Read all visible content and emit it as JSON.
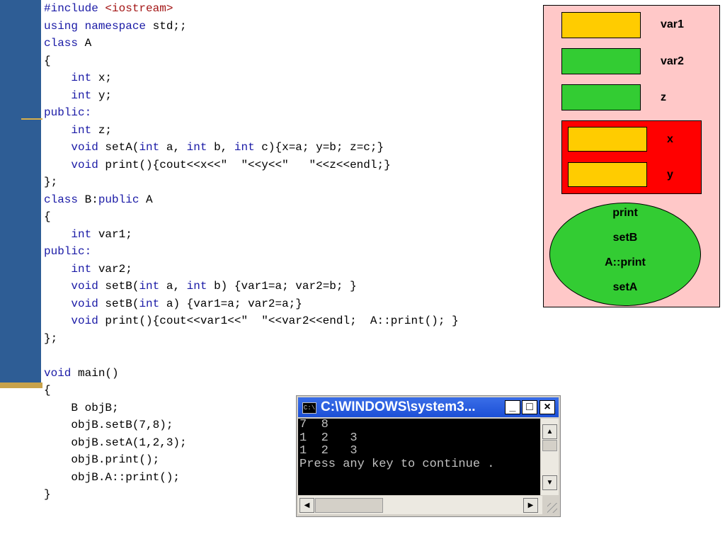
{
  "code_lines": [
    [
      {
        "t": "#include ",
        "c": "pp"
      },
      {
        "t": "<iostream>",
        "c": "hdr"
      }
    ],
    [
      {
        "t": "using namespace ",
        "c": "kw"
      },
      {
        "t": "std;;",
        "c": "plain"
      }
    ],
    [
      {
        "t": "class ",
        "c": "kw"
      },
      {
        "t": "A",
        "c": "plain"
      }
    ],
    [
      {
        "t": "{",
        "c": "plain"
      }
    ],
    [
      {
        "t": "    ",
        "c": "plain"
      },
      {
        "t": "int ",
        "c": "kw"
      },
      {
        "t": "x;",
        "c": "plain"
      }
    ],
    [
      {
        "t": "    ",
        "c": "plain"
      },
      {
        "t": "int ",
        "c": "kw"
      },
      {
        "t": "y;",
        "c": "plain"
      }
    ],
    [
      {
        "t": "public:",
        "c": "kw"
      }
    ],
    [
      {
        "t": "    ",
        "c": "plain"
      },
      {
        "t": "int ",
        "c": "kw"
      },
      {
        "t": "z;",
        "c": "plain"
      }
    ],
    [
      {
        "t": "    ",
        "c": "plain"
      },
      {
        "t": "void ",
        "c": "kw"
      },
      {
        "t": "setA(",
        "c": "plain"
      },
      {
        "t": "int ",
        "c": "kw"
      },
      {
        "t": "a, ",
        "c": "plain"
      },
      {
        "t": "int ",
        "c": "kw"
      },
      {
        "t": "b, ",
        "c": "plain"
      },
      {
        "t": "int ",
        "c": "kw"
      },
      {
        "t": "c){x=a; y=b; z=c;}",
        "c": "plain"
      }
    ],
    [
      {
        "t": "    ",
        "c": "plain"
      },
      {
        "t": "void ",
        "c": "kw"
      },
      {
        "t": "print(){cout<<x<<\"  \"<<y<<\"   \"<<z<<endl;}",
        "c": "plain"
      }
    ],
    [
      {
        "t": "};",
        "c": "plain"
      }
    ],
    [
      {
        "t": "class ",
        "c": "kw"
      },
      {
        "t": "B:",
        "c": "plain"
      },
      {
        "t": "public ",
        "c": "kw"
      },
      {
        "t": "A",
        "c": "plain"
      }
    ],
    [
      {
        "t": "{",
        "c": "plain"
      }
    ],
    [
      {
        "t": "    ",
        "c": "plain"
      },
      {
        "t": "int ",
        "c": "kw"
      },
      {
        "t": "var1;",
        "c": "plain"
      }
    ],
    [
      {
        "t": "public:",
        "c": "kw"
      }
    ],
    [
      {
        "t": "    ",
        "c": "plain"
      },
      {
        "t": "int ",
        "c": "kw"
      },
      {
        "t": "var2;",
        "c": "plain"
      }
    ],
    [
      {
        "t": "    ",
        "c": "plain"
      },
      {
        "t": "void ",
        "c": "kw"
      },
      {
        "t": "setB(",
        "c": "plain"
      },
      {
        "t": "int ",
        "c": "kw"
      },
      {
        "t": "a, ",
        "c": "plain"
      },
      {
        "t": "int ",
        "c": "kw"
      },
      {
        "t": "b) {var1=a; var2=b; }",
        "c": "plain"
      }
    ],
    [
      {
        "t": "    ",
        "c": "plain"
      },
      {
        "t": "void ",
        "c": "kw"
      },
      {
        "t": "setB(",
        "c": "plain"
      },
      {
        "t": "int ",
        "c": "kw"
      },
      {
        "t": "a) {var1=a; var2=a;}",
        "c": "plain"
      }
    ],
    [
      {
        "t": "    ",
        "c": "plain"
      },
      {
        "t": "void ",
        "c": "kw"
      },
      {
        "t": "print(){cout<<var1<<\"  \"<<var2<<endl;  A::print(); }",
        "c": "plain"
      }
    ],
    [
      {
        "t": "};",
        "c": "plain"
      }
    ],
    [
      {
        "t": "",
        "c": "plain"
      }
    ],
    [
      {
        "t": "void ",
        "c": "kw"
      },
      {
        "t": "main()",
        "c": "plain"
      }
    ],
    [
      {
        "t": "{",
        "c": "plain"
      }
    ],
    [
      {
        "t": "    B objB;",
        "c": "plain"
      }
    ],
    [
      {
        "t": "    objB.setB(7,8);",
        "c": "plain"
      }
    ],
    [
      {
        "t": "    objB.setA(1,2,3);",
        "c": "plain"
      }
    ],
    [
      {
        "t": "    objB.print();",
        "c": "plain"
      }
    ],
    [
      {
        "t": "    objB.A::print();",
        "c": "plain"
      }
    ],
    [
      {
        "t": "}",
        "c": "plain"
      }
    ]
  ],
  "diagram": {
    "var1": "var1",
    "var2": "var2",
    "z": "z",
    "x": "x",
    "y": "y",
    "methods": [
      "print",
      "setB",
      "A::print",
      "setA"
    ]
  },
  "console": {
    "icon": "C:\\",
    "title": "C:\\WINDOWS\\system3...",
    "minimize": "_",
    "maximize": "□",
    "close": "×",
    "lines": [
      "7  8",
      "1  2   3",
      "1  2   3",
      "Press any key to continue ."
    ]
  },
  "colors": {
    "slide_bar": "#2e5d95",
    "keyword": "#1a1aa6",
    "header_string": "#a31515",
    "diagram_bg": "#ffc8c8",
    "data_yellow": "#ffcc00",
    "data_green": "#33cc33",
    "base_block": "#ff0000",
    "window_title": "#1c4fd6"
  }
}
